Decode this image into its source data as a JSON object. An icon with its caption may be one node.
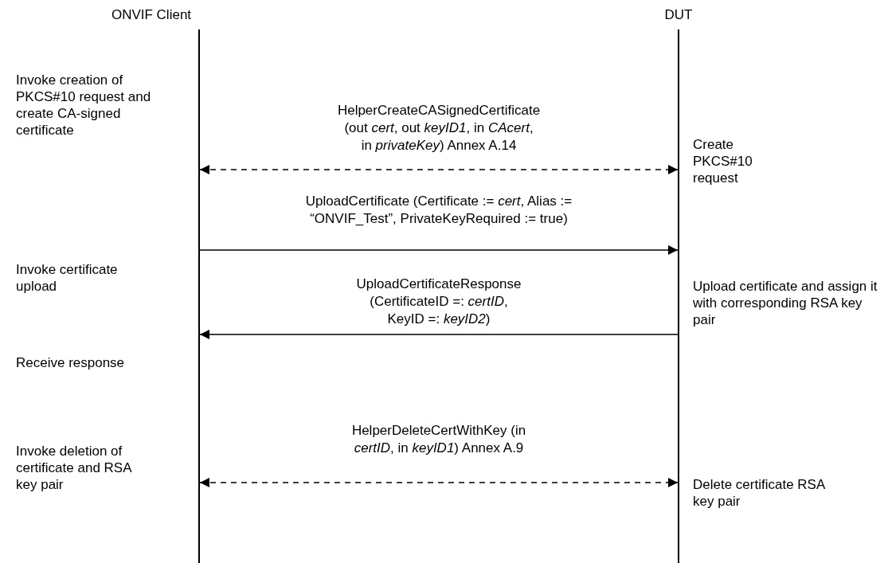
{
  "diagram": {
    "nodes": [
      {
        "text": [
          "ONVIF Client"
        ]
      },
      {
        "text": [
          "DUT"
        ]
      },
      {
        "text": [],
        "shape": "bar"
      },
      {
        "text": [],
        "shape": "bar"
      }
    ],
    "edges": [
      {
        "from": 2,
        "to": 3,
        "arrow": "both",
        "style": "dashed",
        "label": "HelperCreateCASignedCertificate (out *cert*, out *keyID1*, in *CAcert*, in *privateKey*) Annex A.14"
      },
      {
        "from": 2,
        "to": 3,
        "arrow": "to",
        "label": "UploadCertificate (Certificate := *cert*, Alias := “ONVIF_Test”, PrivateKeyRequired := true)"
      },
      {
        "from": 3,
        "to": 2,
        "arrow": "to",
        "label": "UploadCertificateResponse (CertificateID =: *certID*, KeyID =: *keyID2*)"
      },
      {
        "from": 2,
        "to": 3,
        "arrow": "both",
        "style": "dashed",
        "label": "HelperDeleteCertWithKey (in *certID*, in *keyID1*) Annex A.9"
      }
    ],
    "labels": [
      "Invoke creation of PKCS#10 request and create CA-signed certificate",
      "Create PKCS#10 request",
      "Invoke certificate upload",
      "Upload certificate and assign it with corresponding RSA key pair",
      "Receive response",
      "Invoke deletion of certificate and RSA key pair",
      "Delete certificate RSA key pair"
    ]
  }
}
